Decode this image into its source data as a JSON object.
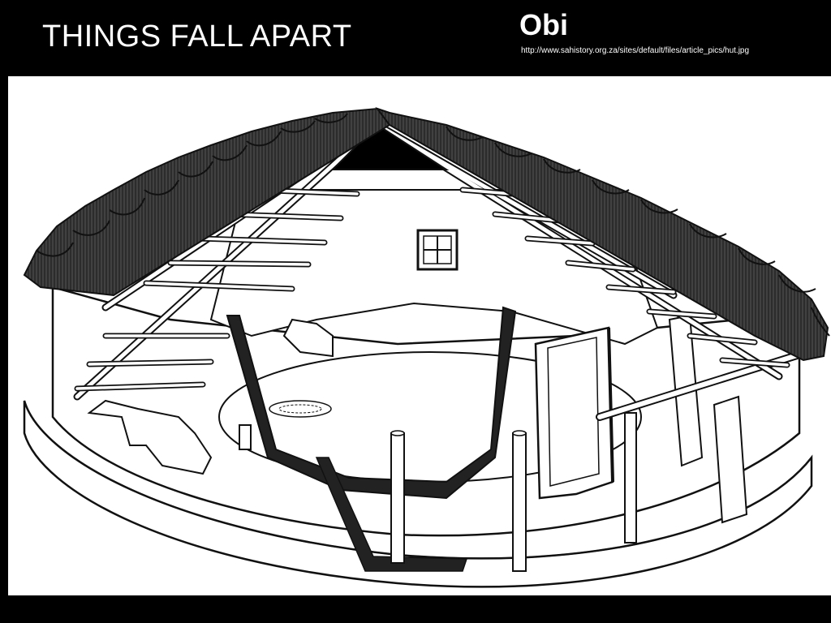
{
  "slide": {
    "title": "THINGS FALL APART",
    "subtitle": "Obi",
    "source_url": "http://www.sahistory.org.za/sites/default/files/article_pics/hut.jpg"
  },
  "illustration": {
    "subject": "hut-cutaway-drawing",
    "colors": {
      "background": "#000000",
      "paper": "#ffffff",
      "ink": "#111111",
      "thatch": "#3a3a3a"
    }
  }
}
